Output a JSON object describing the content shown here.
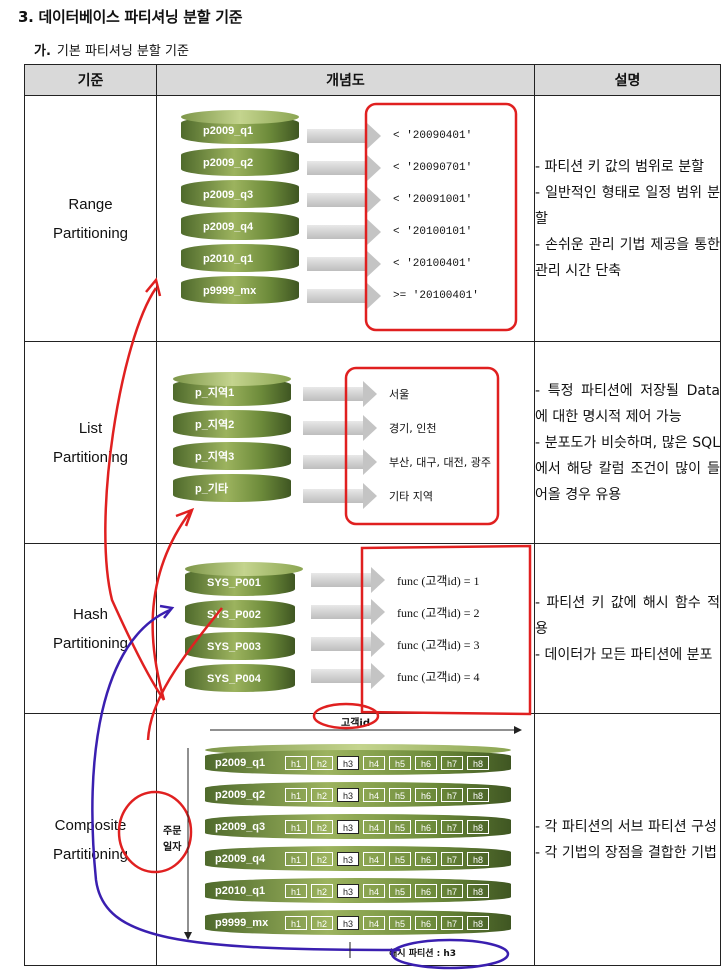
{
  "heading": "3.  데이터베이스 파티셔닝 분할 기준",
  "subheading_prefix": "가.",
  "subheading": "기본 파티셔닝 분할 기준",
  "table": {
    "headers": [
      "기준",
      "개념도",
      "설명"
    ],
    "range": {
      "name_1": "Range",
      "name_2": "Partitioning",
      "partitions": [
        "p2009_q1",
        "p2009_q2",
        "p2009_q3",
        "p2009_q4",
        "p2010_q1",
        "p9999_mx"
      ],
      "labels": [
        "<  '20090401'",
        "<  '20090701'",
        "<  '20091001'",
        "<  '20100101'",
        "<  '20100401'",
        ">=  '20100401'"
      ],
      "desc": [
        "- 파티션 키 값의 범위로 분할",
        "- 일반적인 형태로 일정 범위 분할",
        "- 손쉬운 관리 기법 제공을 통한 관리 시간 단축"
      ]
    },
    "list": {
      "name_1": "List",
      "name_2": "Partitioning",
      "partitions": [
        "p_지역1",
        "p_지역2",
        "p_지역3",
        "p_기타"
      ],
      "labels": [
        "서울",
        "경기, 인천",
        "부산, 대구, 대전, 광주",
        "기타 지역"
      ],
      "desc": [
        "- 특정 파티션에 저장될 Data 에 대한 명시적 제어 가능",
        "- 분포도가 비슷하며, 많은 SQL 에서 해당 칼럼 조건이 많이 들어올 경우 유용"
      ]
    },
    "hash": {
      "name_1": "Hash",
      "name_2": "Partitioning",
      "partitions": [
        "SYS_P001",
        "SYS_P002",
        "SYS_P003",
        "SYS_P004"
      ],
      "labels": [
        "func (고객id) = 1",
        "func (고객id) = 2",
        "func (고객id) = 3",
        "func (고객id) = 4"
      ],
      "desc": [
        "- 파티션 키 값에 해시 함수 적용",
        "- 데이터가 모든 파티션에 분포"
      ]
    },
    "composite": {
      "name_1": "Composite",
      "name_2": "Partitioning",
      "x_axis_label": "고객id",
      "y_axis_label_1": "주문",
      "y_axis_label_2": "일자",
      "partitions": [
        "p2009_q1",
        "p2009_q2",
        "p2009_q3",
        "p2009_q4",
        "p2010_q1",
        "p9999_mx"
      ],
      "subparts": [
        "h1",
        "h2",
        "h3",
        "h4",
        "h5",
        "h6",
        "h7",
        "h8"
      ],
      "bottom_note": "해시 파티션 : h3",
      "desc": [
        "- 각 파티션의 서브 파티션 구성",
        "- 각 기법의 장점을 결합한 기법"
      ]
    }
  },
  "colors": {
    "cylinder": "#6c8a3a",
    "annotation_red": "#e02020",
    "annotation_purple": "#3a1fb0",
    "header_bg": "#d9d9d9"
  }
}
